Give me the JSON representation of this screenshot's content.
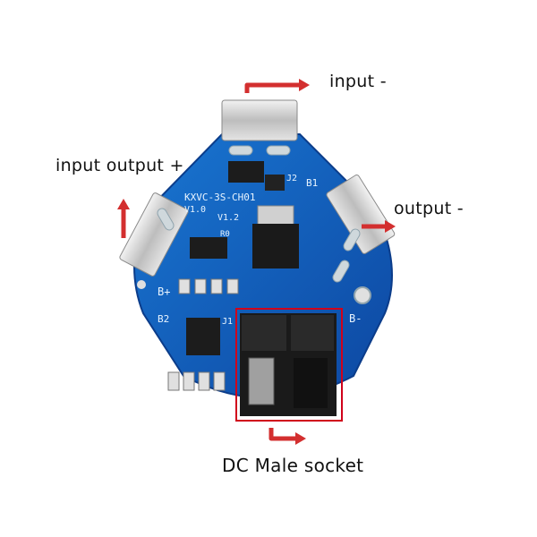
{
  "labels": {
    "input_minus": "input -",
    "input_output_plus": "input output +",
    "output_minus": "output -",
    "dc_male_socket": "DC Male socket"
  },
  "board_silk": {
    "model": "KXVC-3S-CH01",
    "version_a": "V1.0",
    "version_b": "V1.2",
    "b_plus": "B+",
    "b_minus": "B-",
    "b1": "B1",
    "b2": "B2",
    "j1": "J1",
    "j2": "J2",
    "r0": "R0"
  },
  "colors": {
    "pcb": "#1565c0",
    "pcb_dark": "#0d47a1",
    "arrow": "#d32f2f",
    "highlight_box": "#d0021b",
    "connector": "#1a1a1a",
    "terminal": "#c9c9c9"
  }
}
